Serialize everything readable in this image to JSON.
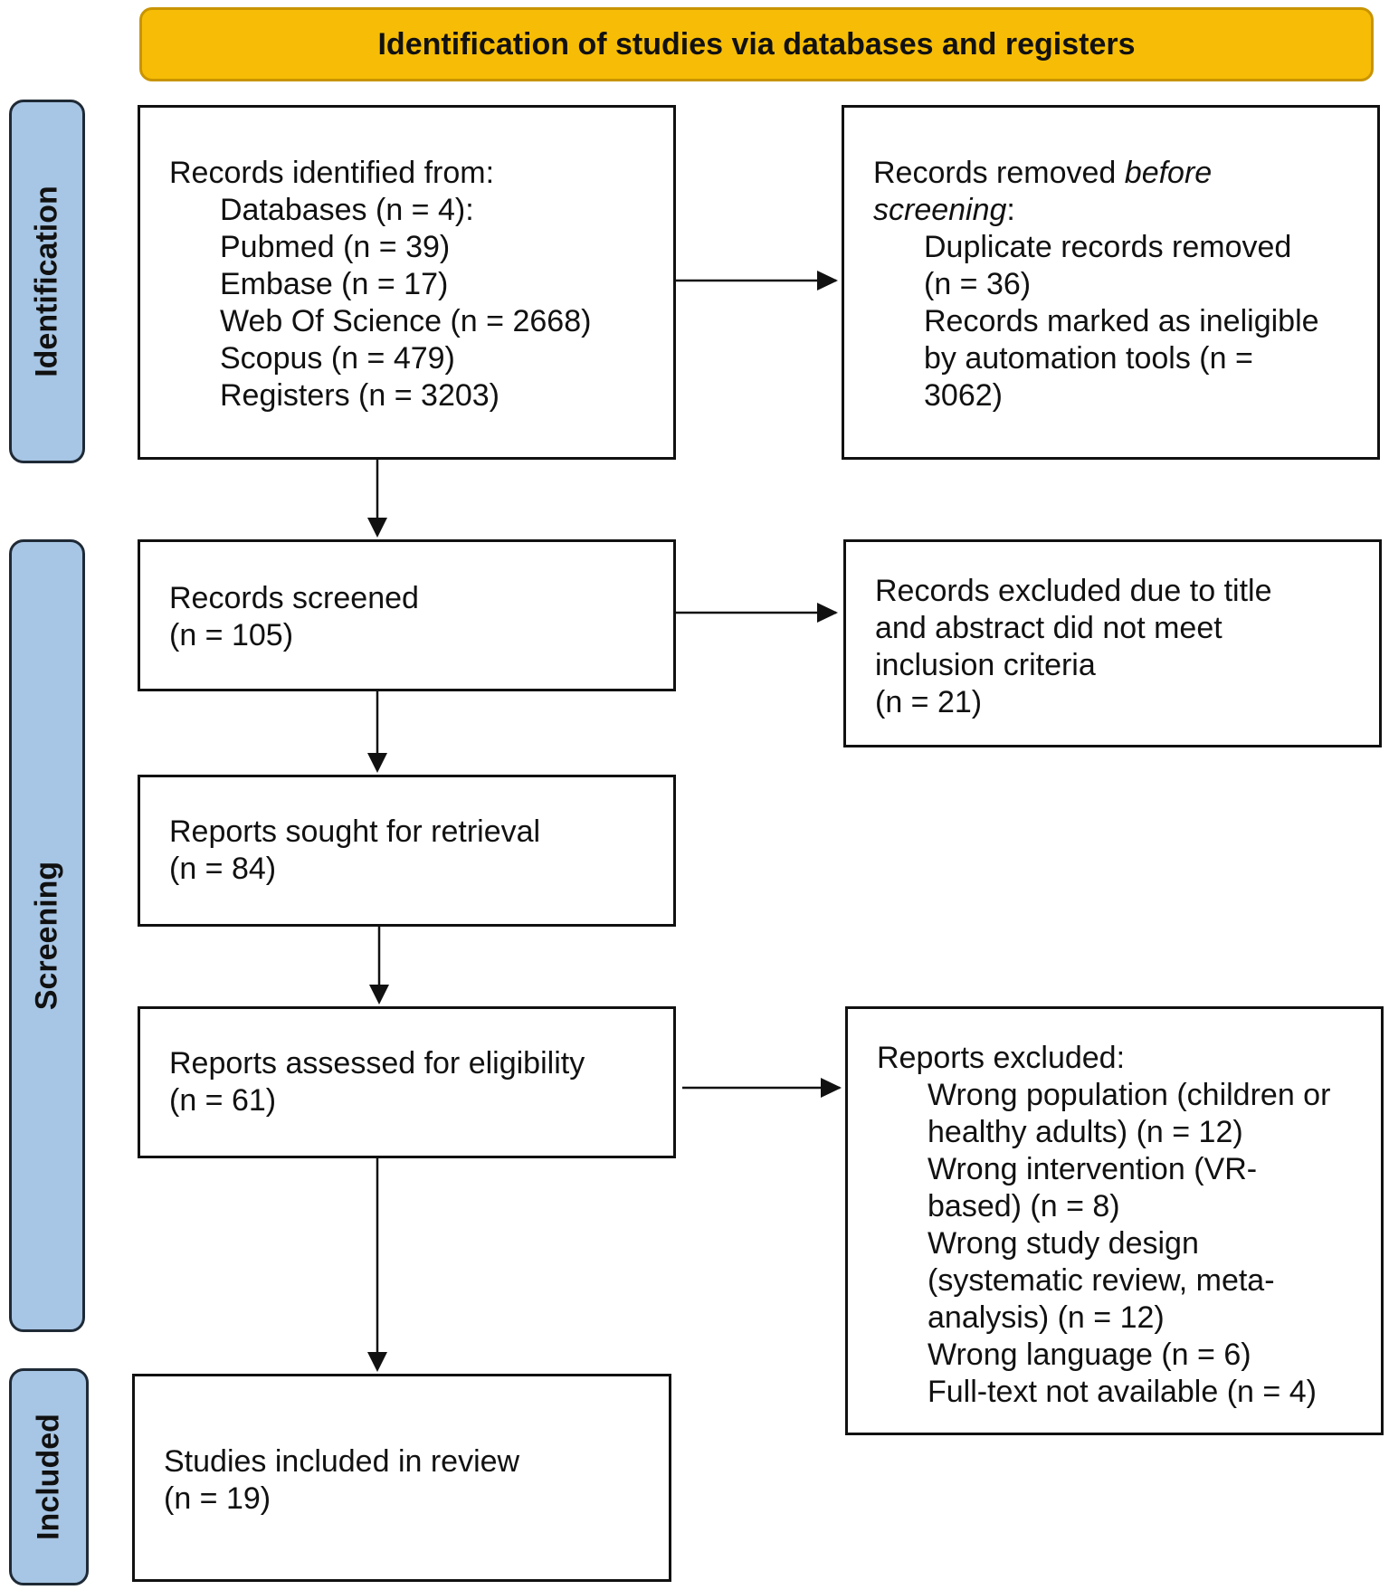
{
  "header": {
    "title": "Identification of studies via databases and registers"
  },
  "phases": {
    "identification": "Identification",
    "screening": "Screening",
    "included": "Included"
  },
  "identified": {
    "title": "Records identified from:",
    "items": [
      "Databases (n = 4):",
      "Pubmed (n = 39)",
      "Embase (n = 17)",
      "Web Of Science (n = 2668)",
      "Scopus (n = 479)",
      "Registers (n = 3203)"
    ]
  },
  "removed": {
    "title_prefix": "Records removed ",
    "title_emph_1": "before",
    "title_emph_2": "screening",
    "title_suffix": ":",
    "items": [
      "Duplicate records removed",
      "(n = 36)",
      "Records marked as ineligible",
      "by automation tools (n =",
      "3062)"
    ]
  },
  "screened": {
    "label": "Records screened",
    "count": "(n = 105)"
  },
  "excluded_title_abstract": {
    "lines": [
      "Records excluded due to title",
      "and abstract did not meet",
      "inclusion criteria",
      "(n = 21)"
    ]
  },
  "sought": {
    "label": "Reports sought for retrieval",
    "count": "(n = 84)"
  },
  "assessed": {
    "label": "Reports assessed for eligibility",
    "count": "(n = 61)"
  },
  "reports_excluded": {
    "title": "Reports excluded:",
    "items": [
      "Wrong population (children or",
      "healthy adults) (n = 12)",
      "Wrong intervention (VR-",
      "based) (n = 8)",
      "Wrong study design",
      "(systematic review, meta-",
      "analysis) (n = 12)",
      "Wrong language (n = 6)",
      "Full-text not available (n = 4)"
    ]
  },
  "included": {
    "label": "Studies included in review",
    "count": "(n = 19)"
  }
}
